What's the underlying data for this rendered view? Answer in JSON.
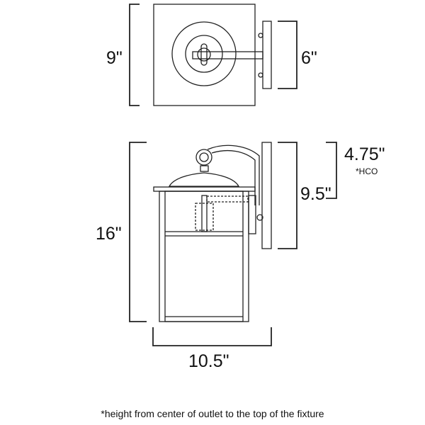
{
  "top_view": {
    "height_label": "9\"",
    "backplate_label": "6\""
  },
  "side_view": {
    "height_label": "16\"",
    "backplate_label": "9.5\"",
    "hco_label": "4.75\"",
    "hco_note": "*HCO",
    "width_label": "10.5\""
  },
  "footnote": "*height from center of outlet to the top of the fixture"
}
